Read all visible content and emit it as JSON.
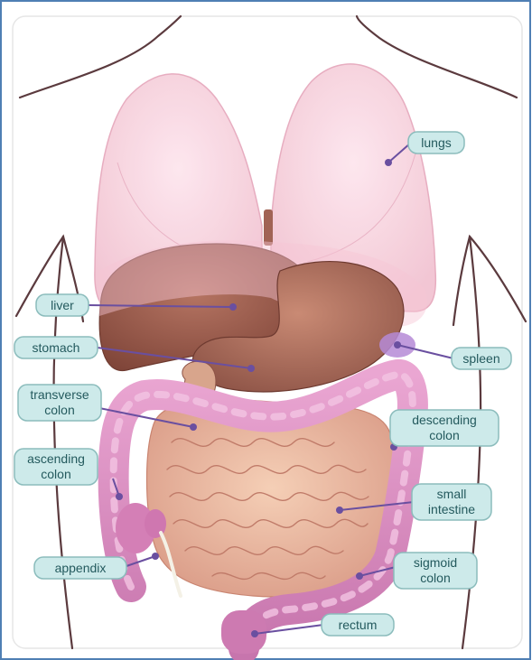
{
  "colors": {
    "frame_border": "#4f7fb4",
    "label_fill": "#cdeaea",
    "label_stroke": "#8bbcbc",
    "leader_line": "#6a4fa0",
    "body_outline": "#5b3a3e",
    "lungs": "#f4cdd8",
    "liver": "#9a5a4e",
    "stomach": "#a5695c",
    "colon": "#d98bc0",
    "small_intestine": "#e8b59c",
    "spleen": "#b58ad6"
  },
  "labels": {
    "lungs": "lungs",
    "liver": "liver",
    "stomach": "stomach",
    "spleen": "spleen",
    "transverse_colon": [
      "transverse",
      "colon"
    ],
    "descending_colon": [
      "descending",
      "colon"
    ],
    "ascending_colon": [
      "ascending",
      "colon"
    ],
    "small_intestine": [
      "small",
      "intestine"
    ],
    "appendix": "appendix",
    "sigmoid_colon": [
      "sigmoid",
      "colon"
    ],
    "rectum": "rectum"
  }
}
